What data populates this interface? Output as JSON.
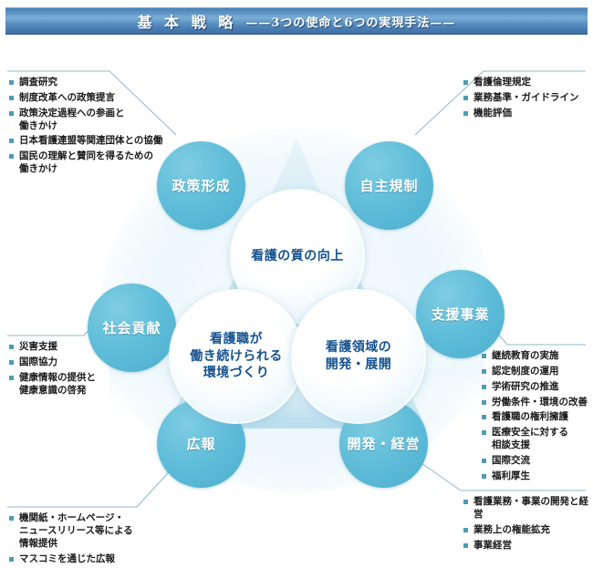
{
  "header": {
    "title": "基 本 戦 略",
    "subtitle": "——3つの使命と6つの実現手法——"
  },
  "colors": {
    "banner_blue": "#4a7fb5",
    "circle_blue": "#5fbcd8",
    "mission_text": "#13518f",
    "bullet_marker": "#4f9bb5",
    "triangle_fill": "#cfe7f1"
  },
  "missions": [
    {
      "id": "quality",
      "label": "看護の質の向上"
    },
    {
      "id": "environment",
      "label": "看護職が\n働き続けられる\n環境づくり"
    },
    {
      "id": "development",
      "label": "看護領域の\n開発・展開"
    }
  ],
  "methods": [
    {
      "id": "policy-formation",
      "label": "政策形成"
    },
    {
      "id": "self-regulation",
      "label": "自主規制"
    },
    {
      "id": "social-contribution",
      "label": "社会貢献"
    },
    {
      "id": "support-business",
      "label": "支援事業"
    },
    {
      "id": "public-relations",
      "label": "広報"
    },
    {
      "id": "development-management",
      "label": "開発・経営"
    }
  ],
  "detail_blocks": {
    "policy_formation": [
      "調査研究",
      "制度改革への政策提言",
      "政策決定過程への参画と\n働きかけ",
      "日本看護連盟等関連団体との協働",
      "国民の理解と賛同を得るための\n働きかけ"
    ],
    "self_regulation": [
      "看護倫理規定",
      "業務基準・ガイドライン",
      "機能評価"
    ],
    "social_contribution": [
      "災害支援",
      "国際協力",
      "健康情報の提供と\n健康意識の啓発"
    ],
    "support_business": [
      "継続教育の実施",
      "認定制度の運用",
      "学術研究の推進",
      "労働条件・環境の改善",
      "看護職の権利擁護",
      "医療安全に対する\n相談支援",
      "国際交流",
      "福利厚生"
    ],
    "public_relations": [
      "機関紙・ホームページ・\nニュースリリース等による\n情報提供",
      "マスコミを通じた広報"
    ],
    "development_management": [
      "看護業務・事業の開発と経営",
      "業務上の権能拡充",
      "事業経営"
    ]
  }
}
